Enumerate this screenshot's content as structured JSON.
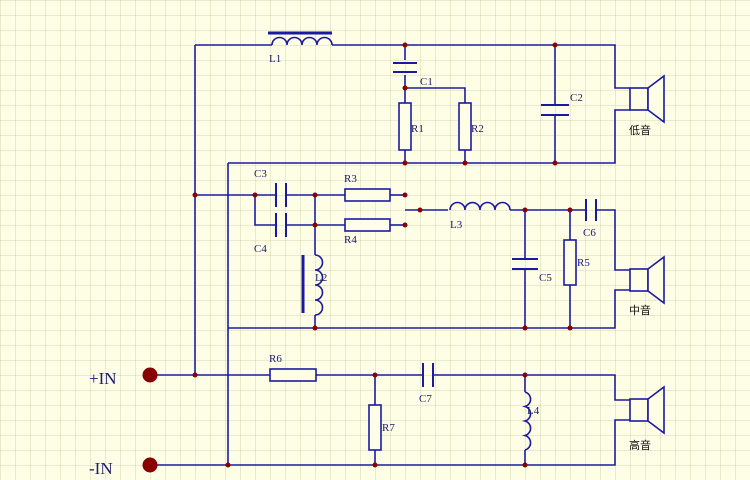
{
  "colors": {
    "background": "#fefee6",
    "grid": "#c9c9a6",
    "wire": "#1a1aa0",
    "node": "#8a0000",
    "terminal": "#8a0000"
  },
  "terminals": {
    "plus": "+IN",
    "minus": "-IN"
  },
  "components": {
    "L1": "L1",
    "L2": "L2",
    "L3": "L3",
    "L4": "L4",
    "C1": "C1",
    "C2": "C2",
    "C3": "C3",
    "C4": "C4",
    "C5": "C5",
    "C6": "C6",
    "C7": "C7",
    "R1": "R1",
    "R2": "R2",
    "R3": "R3",
    "R4": "R4",
    "R5": "R5",
    "R6": "R6",
    "R7": "R7"
  },
  "speakers": {
    "low": "低音",
    "mid": "中音",
    "high": "高音"
  }
}
